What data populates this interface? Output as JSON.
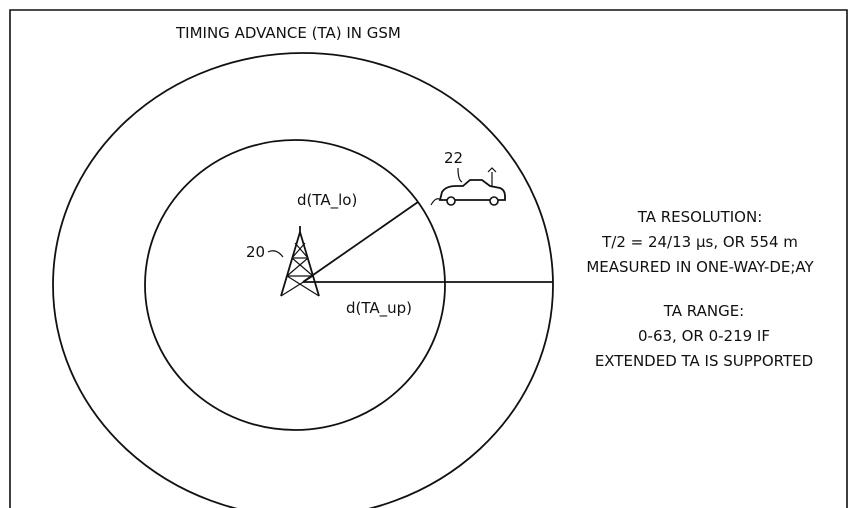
{
  "diagram": {
    "title": "TIMING ADVANCE (TA) IN GSM",
    "labels": {
      "tower_ref": "20",
      "car_ref": "22",
      "d_lower": "d(TA_lo)",
      "d_upper": "d(TA_up)"
    },
    "resolution": {
      "heading": "TA RESOLUTION:",
      "line1": "T/2 = 24/13  μs, OR 554 m",
      "line2": "MEASURED IN ONE-WAY-DE;AY"
    },
    "range": {
      "heading": "TA RANGE:",
      "line1": "0-63, OR 0-219 IF",
      "line2": "EXTENDED TA IS SUPPORTED"
    }
  }
}
